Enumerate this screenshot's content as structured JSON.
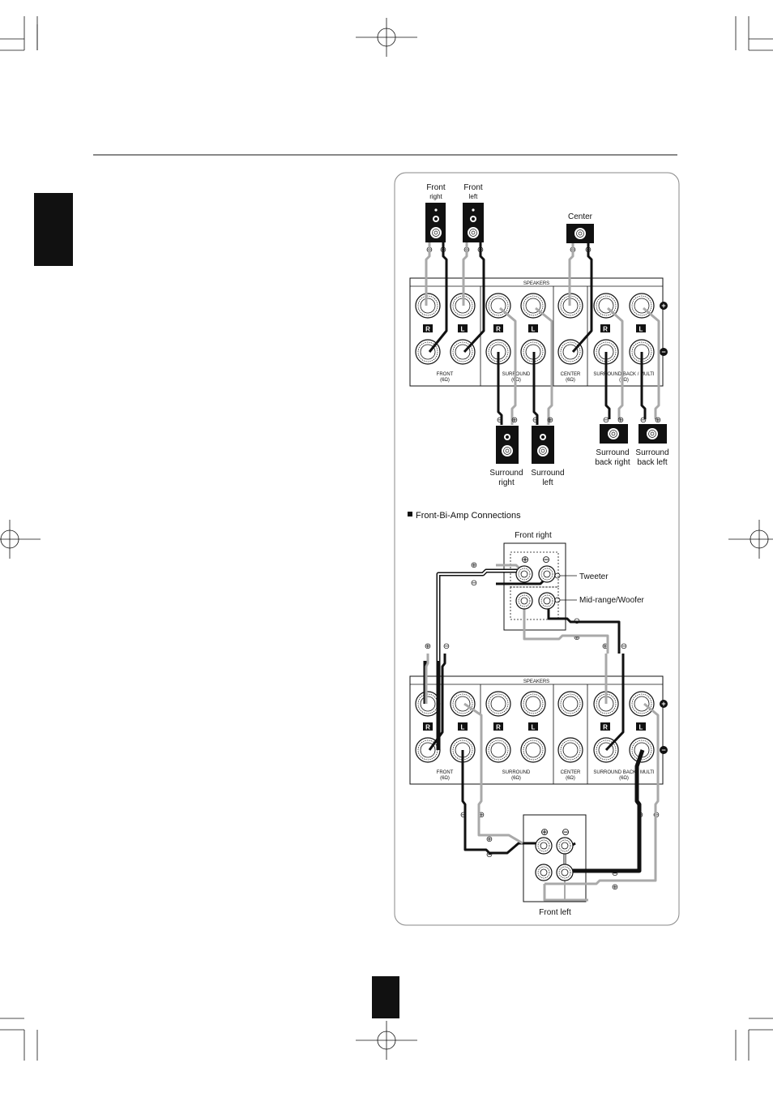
{
  "colors": {
    "ink": "#111111",
    "wire_light": "#a9a9a9",
    "panel_border": "#888888",
    "tab": "#111111"
  },
  "symbols": {
    "plus": "⊕",
    "minus": "⊖",
    "plus_bold": "+",
    "minus_bold": "−"
  },
  "icons": {
    "crosshair": "registration-mark-icon",
    "terminal": "binding-post-icon"
  },
  "labels": {
    "front_right_1": "Front",
    "front_right_2": "right",
    "front_left_1": "Front",
    "front_left_2": "left",
    "center": "Center",
    "surround_right_1": "Surround",
    "surround_right_2": "right",
    "surround_left_1": "Surround",
    "surround_left_2": "left",
    "sb_right_1": "Surround",
    "sb_right_2": "back right",
    "sb_left_1": "Surround",
    "sb_left_2": "back left"
  },
  "panel": {
    "title": "SPEAKERS",
    "channel_r": "R",
    "channel_l": "L",
    "front": "FRONT",
    "front_ohm": "(6Ω)",
    "surround": "SURROUND",
    "surround_ohm": "(6Ω)",
    "center": "CENTER",
    "center_ohm": "(6Ω)",
    "sb_multi": "SURROUND BACK / MULTI",
    "sb_multi_ohm": "(6Ω)"
  },
  "biamp": {
    "heading": "Front-Bi-Amp Connections",
    "front_right": "Front right",
    "front_left": "Front left",
    "tweeter": "Tweeter",
    "midrange": "Mid-range/Woofer"
  }
}
